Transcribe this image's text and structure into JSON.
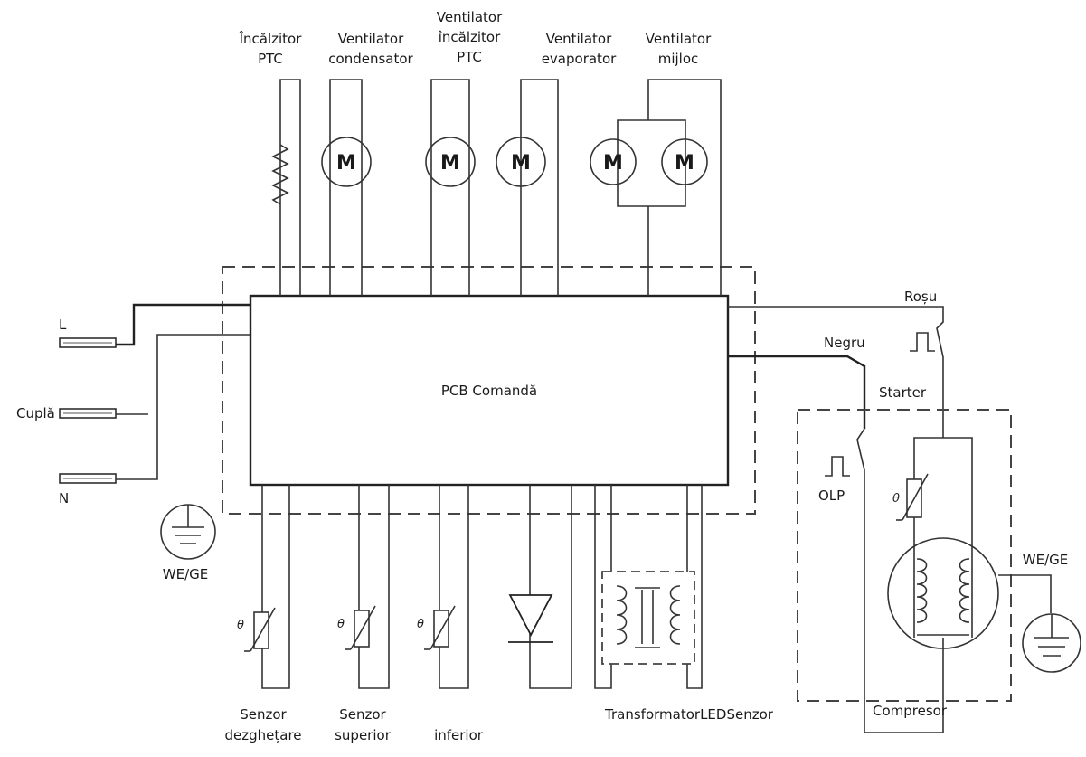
{
  "labels": {
    "heater_line1": "Încălzitor",
    "heater_line2": "PTC",
    "cond_fan_line1": "Ventilator",
    "cond_fan_line2": "condensator",
    "heater_fan_line1": "Ventilator",
    "heater_fan_line2": "încălzitor",
    "heater_fan_line3": "PTC",
    "evap_fan_line1": "Ventilator",
    "evap_fan_line2": "evaporator",
    "mid_fan_line1": "Ventilator",
    "mid_fan_line2": "mijloc",
    "pcb": "PCB Comandă",
    "terminal_l": "L",
    "terminal_coupling": "Cuplă",
    "terminal_n": "N",
    "ground_left": "WE/GE",
    "ground_right": "WE/GE",
    "red_wire": "Roșu",
    "black_wire": "Negru",
    "starter": "Starter",
    "olp": "OLP",
    "compressor": "Compresor",
    "defrost_sensor_line1": "Senzor",
    "defrost_sensor_line2": "dezghețare",
    "upper_sensor_line1": "Senzor",
    "upper_sensor_line2": "superior",
    "lower_sensor": "inferior",
    "bottom_row": "TransformatorLEDSenzor",
    "motor_letter": "M",
    "theta": "θ"
  }
}
